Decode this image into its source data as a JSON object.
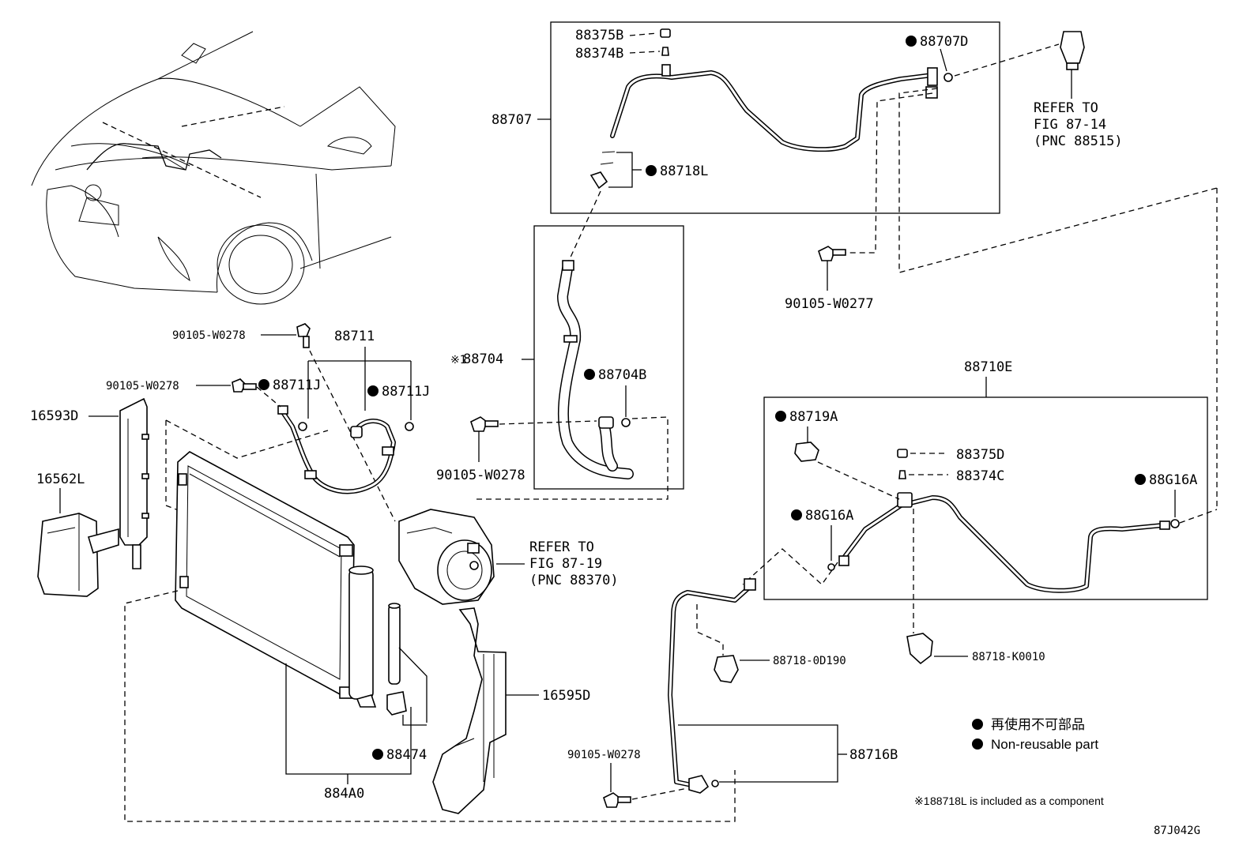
{
  "labels": {
    "p88707": "88707",
    "p88375B": "88375B",
    "p88374B": "88374B",
    "p88707D": "88707D",
    "p88718L": "88718L",
    "refer1_l1": "REFER TO",
    "refer1_l2": "FIG 87-14",
    "refer1_l3": "(PNC 88515)",
    "p90105_a": "90105-W0277",
    "p90105_b": "90105-W0278",
    "p88711": "88711",
    "p90105_c": "90105-W0278",
    "p88711J_a": "88711J",
    "p88711J_b": "88711J",
    "p16593D": "16593D",
    "p16562L": "16562L",
    "p88704": "88704",
    "p88704_mark": "※1",
    "p88704B": "88704B",
    "p90105_d": "90105-W0278",
    "refer2_l1": "REFER TO",
    "refer2_l2": "FIG 87-19",
    "refer2_l3": "(PNC 88370)",
    "p88710E": "88710E",
    "p88719A": "88719A",
    "p88375D": "88375D",
    "p88374C": "88374C",
    "p88G16A_a": "88G16A",
    "p88G16A_b": "88G16A",
    "p88718_0D190": "88718-0D190",
    "p88718_K0010": "88718-K0010",
    "p16595D": "16595D",
    "p88474": "88474",
    "p884A0": "884A0",
    "p90105_e": "90105-W0278",
    "p88716B": "88716B"
  },
  "legend": {
    "jp": "再使用不可部品",
    "en": "Non-reusable part"
  },
  "note": {
    "mark": "※1",
    "text": "88718L is included as a component"
  },
  "figure_code": "87J042G"
}
